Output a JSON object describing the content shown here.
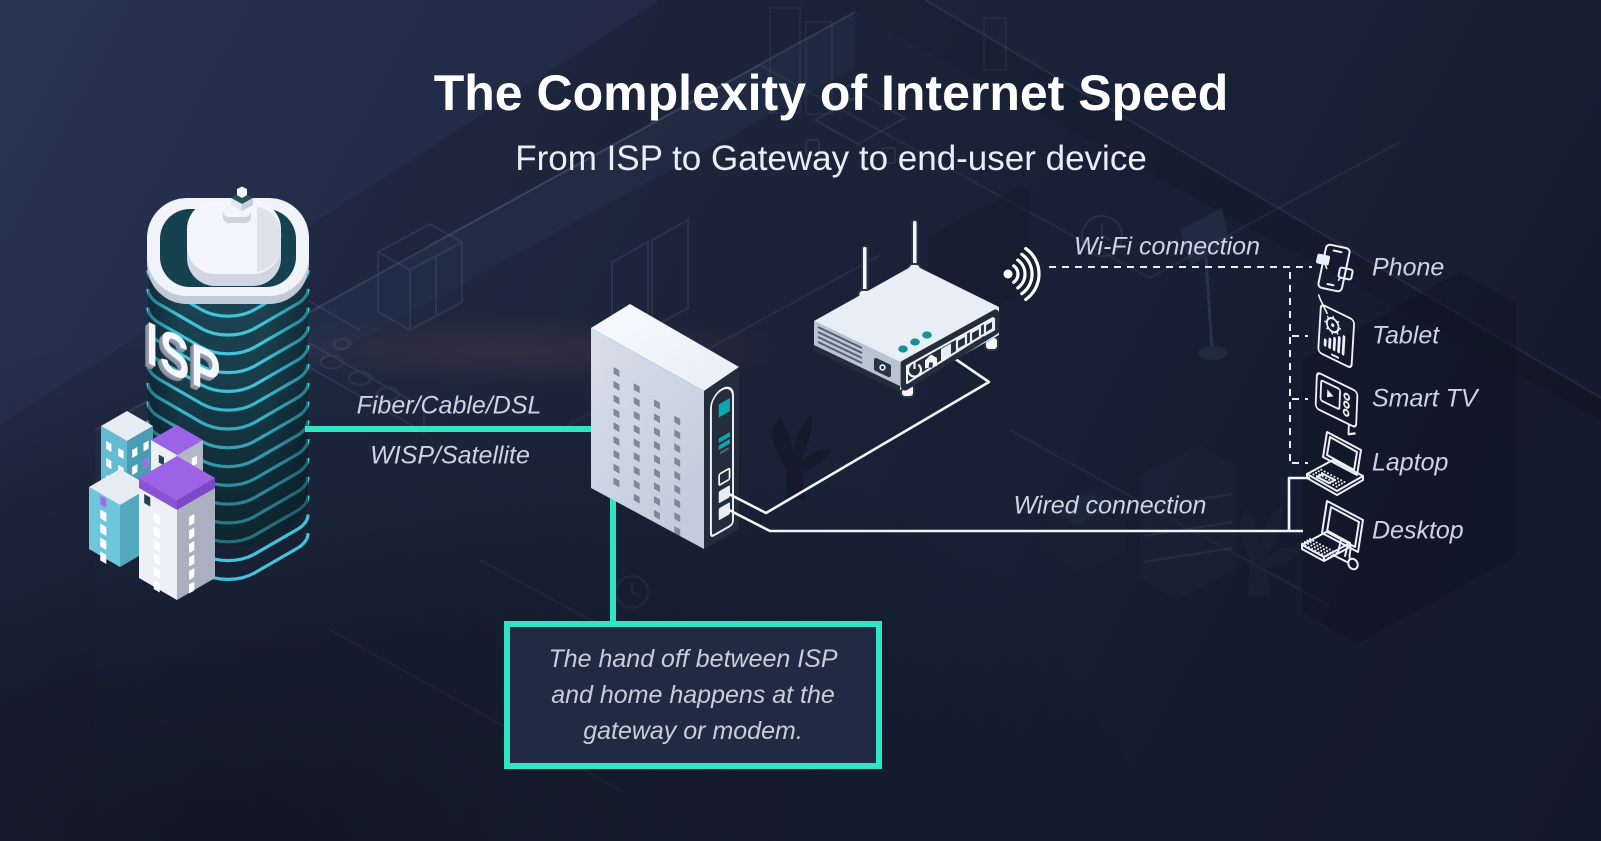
{
  "title": "The Complexity of Internet Speed",
  "subtitle": "From ISP to Gateway to end-user device",
  "colors": {
    "background": "#1a2237",
    "teal_accent": "#2fe5c4",
    "stripe_cyan": "#44c6dc",
    "label_text": "#ccd3e1",
    "title_text": "#ffffff",
    "building_blue": "#6ec4d8",
    "building_purple": "#9d63e6",
    "device_line": "#eef2f8"
  },
  "isp": {
    "label": "ISP"
  },
  "links": {
    "fiber": "Fiber/Cable/DSL",
    "wisp": "WISP/Satellite",
    "wifi": "Wi-Fi connection",
    "wired": "Wired connection"
  },
  "devices": [
    {
      "label": "Phone"
    },
    {
      "label": "Tablet"
    },
    {
      "label": "Smart TV"
    },
    {
      "label": "Laptop"
    },
    {
      "label": "Desktop"
    }
  ],
  "callout": {
    "lines": [
      "The hand off between ISP",
      "and home happens at the",
      "gateway or modem."
    ]
  }
}
